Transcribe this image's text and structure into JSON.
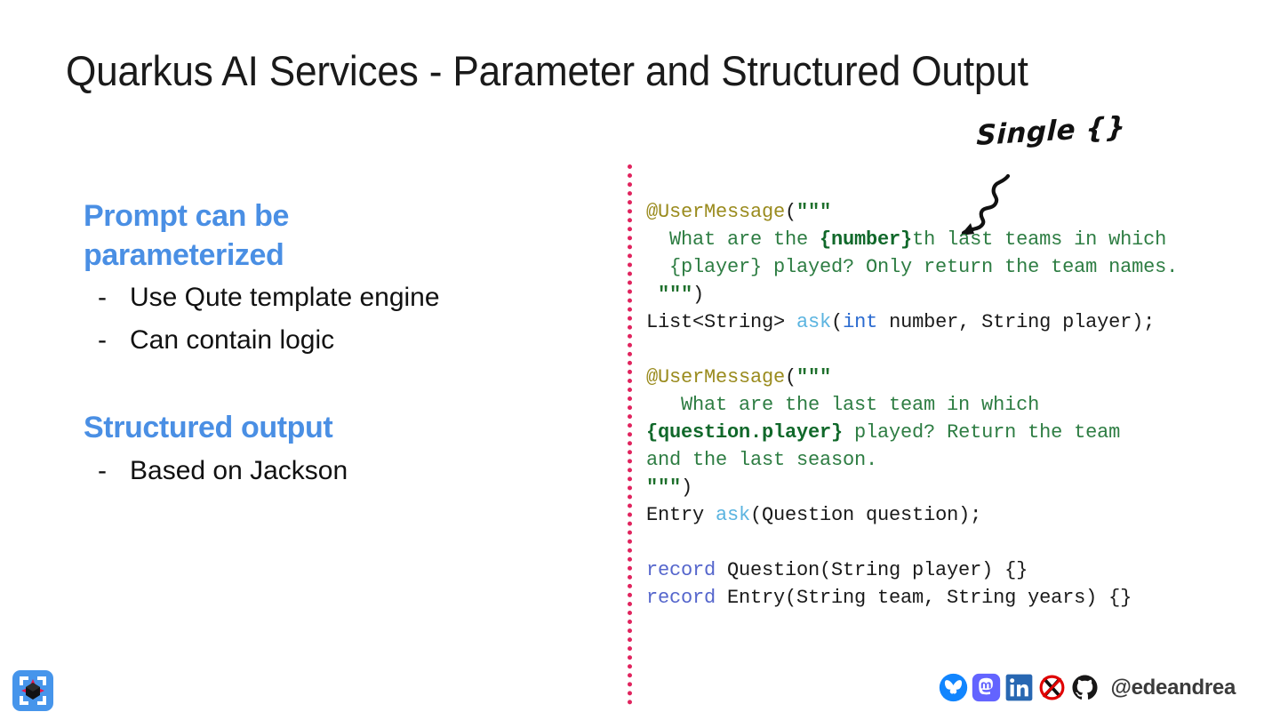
{
  "slide": {
    "title": "Quarkus AI Services - Parameter and Structured Output",
    "accent_blue": "#4a8fe4",
    "divider_color": "#e0245e",
    "background": "#ffffff"
  },
  "left_column": {
    "sections": [
      {
        "heading": "Prompt can be parameterized",
        "bullets": [
          {
            "marker": "-",
            "text": "Use Qute template engine"
          },
          {
            "marker": "-",
            "text": "Can contain logic"
          }
        ]
      },
      {
        "heading": "Structured output",
        "bullets": [
          {
            "marker": "-",
            "text": "Based on Jackson"
          }
        ]
      }
    ]
  },
  "annotation": {
    "text": "Single {}",
    "arrow_icon": "squiggly-arrow-icon"
  },
  "code": {
    "language": "java",
    "lines": [
      [
        {
          "t": "@UserMessage",
          "c": "ann"
        },
        {
          "t": "(",
          "c": "plain"
        },
        {
          "t": "\"\"\"",
          "c": "str"
        }
      ],
      [
        {
          "t": "  What are the ",
          "c": "prompt"
        },
        {
          "t": "{number}",
          "c": "param"
        },
        {
          "t": "th last teams in which",
          "c": "prompt"
        }
      ],
      [
        {
          "t": "  {player} played? Only return the team names.",
          "c": "prompt"
        }
      ],
      [
        {
          "t": " \"\"\"",
          "c": "str"
        },
        {
          "t": ")",
          "c": "plain"
        }
      ],
      [
        {
          "t": "List<String> ",
          "c": "plain"
        },
        {
          "t": "ask",
          "c": "method"
        },
        {
          "t": "(",
          "c": "plain"
        },
        {
          "t": "int",
          "c": "keyword"
        },
        {
          "t": " number, String player);",
          "c": "plain"
        }
      ],
      [],
      [
        {
          "t": "@UserMessage",
          "c": "ann"
        },
        {
          "t": "(",
          "c": "plain"
        },
        {
          "t": "\"\"\"",
          "c": "str"
        }
      ],
      [
        {
          "t": "   What are the last team in which",
          "c": "prompt"
        }
      ],
      [
        {
          "t": "{question.player}",
          "c": "param"
        },
        {
          "t": " played? Return the team",
          "c": "prompt"
        }
      ],
      [
        {
          "t": "and the last season.",
          "c": "prompt"
        }
      ],
      [
        {
          "t": "\"\"\"",
          "c": "str"
        },
        {
          "t": ")",
          "c": "plain"
        }
      ],
      [
        {
          "t": "Entry ",
          "c": "plain"
        },
        {
          "t": "ask",
          "c": "method"
        },
        {
          "t": "(Question question);",
          "c": "plain"
        }
      ],
      [],
      [
        {
          "t": "record",
          "c": "record"
        },
        {
          "t": " Question(String player) {}",
          "c": "plain"
        }
      ],
      [
        {
          "t": "record",
          "c": "record"
        },
        {
          "t": " Entry(String team, String years) {}",
          "c": "plain"
        }
      ]
    ]
  },
  "footer": {
    "brand_logo": "quarkus-logo",
    "social": [
      {
        "name": "bluesky-icon",
        "label": "Bluesky",
        "color": "#1185fe"
      },
      {
        "name": "mastodon-icon",
        "label": "Mastodon",
        "color": "#6364ff"
      },
      {
        "name": "linkedin-icon",
        "label": "LinkedIn",
        "color": "#2867b2"
      },
      {
        "name": "twitter-x-crossed-out-icon",
        "label": "X (crossed out)",
        "color": "#e00000"
      },
      {
        "name": "github-icon",
        "label": "GitHub",
        "color": "#181717"
      }
    ],
    "handle": "@edeandrea"
  }
}
